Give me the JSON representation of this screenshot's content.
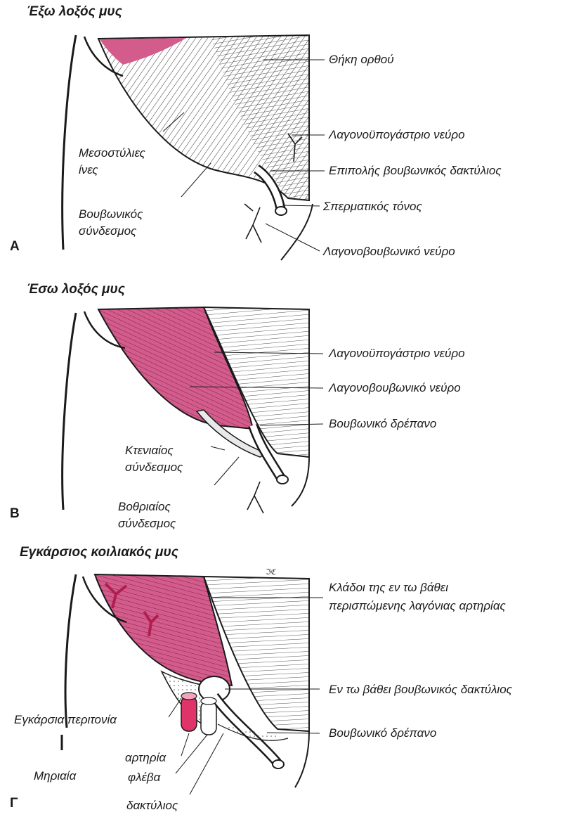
{
  "colors": {
    "muscle": "#d45c8c",
    "ink": "#1a1a1a",
    "vessel": "#e0336a"
  },
  "panel_a": {
    "letter": "A",
    "title": "Έξω λοξός μυς",
    "labels": {
      "sheath": "Θήκη ορθού",
      "iliohypogastric": "Λαγονοϋπογάστριο νεύρο",
      "superficial_ring": "Επιπολής βουβωνικός δακτύλιος",
      "spermatic_cord": "Σπερματικός τόνος",
      "ilioinguinal": "Λαγονοβουβωνικό νεύρο",
      "intercrural_1": "Μεσοστύλιες",
      "intercrural_2": "ίνες",
      "inguinal_lig_1": "Βουβωνικός",
      "inguinal_lig_2": "σύνδεσμος"
    }
  },
  "panel_b": {
    "letter": "Β",
    "title": "Έσω λοξός μυς",
    "labels": {
      "iliohypogastric": "Λαγονοϋπογάστριο νεύρο",
      "ilioinguinal": "Λαγονοβουβωνικό νεύρο",
      "falx": "Βουβωνικό δρέπανο",
      "pectineal_1": "Κτενιαίος",
      "pectineal_2": "σύνδεσμος",
      "lacunar_1": "Βοθριαίος",
      "lacunar_2": "σύνδεσμος"
    }
  },
  "panel_c": {
    "letter": "Γ",
    "title": "Εγκάρσιος κοιλιακός μυς",
    "labels": {
      "branches_1": "Κλάδοι της εν τω βάθει",
      "branches_2": "περισπώμενης λαγόνιας αρτηρίας",
      "deep_ring": "Εν τω βάθει βουβωνικός δακτύλιος",
      "falx": "Βουβωνικό δρέπανο",
      "fascia": "Εγκάρσια περιτονία",
      "femoral": "Μηριαία",
      "artery": "αρτηρία",
      "vein": "φλέβα",
      "ring": "δακτύλιος"
    }
  }
}
